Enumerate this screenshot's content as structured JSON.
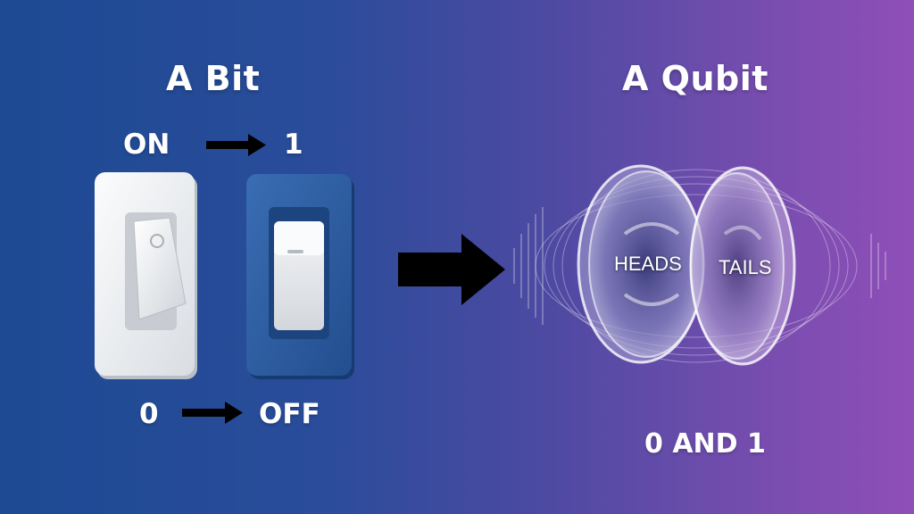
{
  "bit": {
    "title": "A Bit",
    "on_label": "ON",
    "one_value": "1",
    "zero_value": "0",
    "off_label": "OFF"
  },
  "qubit": {
    "title": "A Qubit",
    "heads_label": "HEADS",
    "tails_label": "TAILS",
    "state_label": "0 AND 1"
  },
  "colors": {
    "bg_left": "#1d4a93",
    "bg_right": "#8f4fb8",
    "switch_white": "#eef0f2",
    "switch_blue": "#2d5fa3",
    "arrow": "#000000"
  }
}
